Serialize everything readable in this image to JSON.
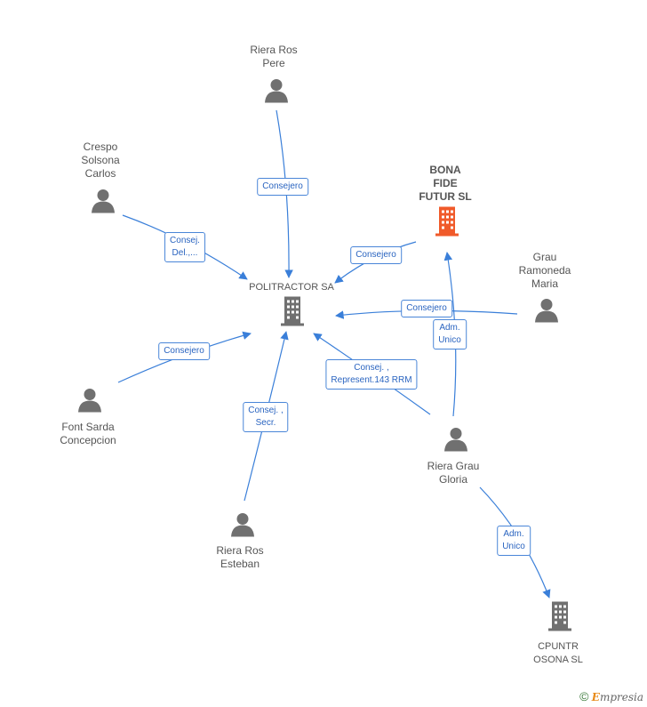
{
  "colors": {
    "edge": "#3a7fd9",
    "person_icon": "#707070",
    "company_icon": "#707070",
    "focus_company_icon": "#f05a2a"
  },
  "nodes": {
    "riera_ros_pere": {
      "label": "Riera Ros\nPere",
      "icon": "person-icon"
    },
    "crespo": {
      "label": "Crespo\nSolsona\nCarlos",
      "icon": "person-icon"
    },
    "bona_fide": {
      "label": "BONA\nFIDE\nFUTUR  SL",
      "icon": "building-icon"
    },
    "politractor": {
      "label": "POLITRACTOR SA",
      "icon": "building-icon"
    },
    "grau": {
      "label": "Grau\nRamoneda\nMaria",
      "icon": "person-icon"
    },
    "font_sarda": {
      "label": "Font Sarda\nConcepcion",
      "icon": "person-icon"
    },
    "riera_grau": {
      "label": "Riera Grau\nGloria",
      "icon": "person-icon"
    },
    "riera_ros_esteban": {
      "label": "Riera Ros\nEsteban",
      "icon": "person-icon"
    },
    "cpuntr": {
      "label": "CPUNTR\nOSONA  SL",
      "icon": "building-icon"
    }
  },
  "edges": {
    "pere_consejero": "Consejero",
    "crespo_consej": "Consej.\nDel.,...",
    "bona_consejero": "Consejero",
    "grau_consejero": "Consejero",
    "gloria_adm_bona": "Adm.\nUnico",
    "font_consejero": "Consejero",
    "gloria_consej_represent": "Consej. ,\nRepresent.143 RRM",
    "esteban_consej_secr": "Consej. ,\nSecr.",
    "gloria_adm_cpuntr": "Adm.\nUnico"
  },
  "footer": {
    "copyright": "©",
    "brand_initial": "E",
    "brand_rest": "mpresia"
  }
}
